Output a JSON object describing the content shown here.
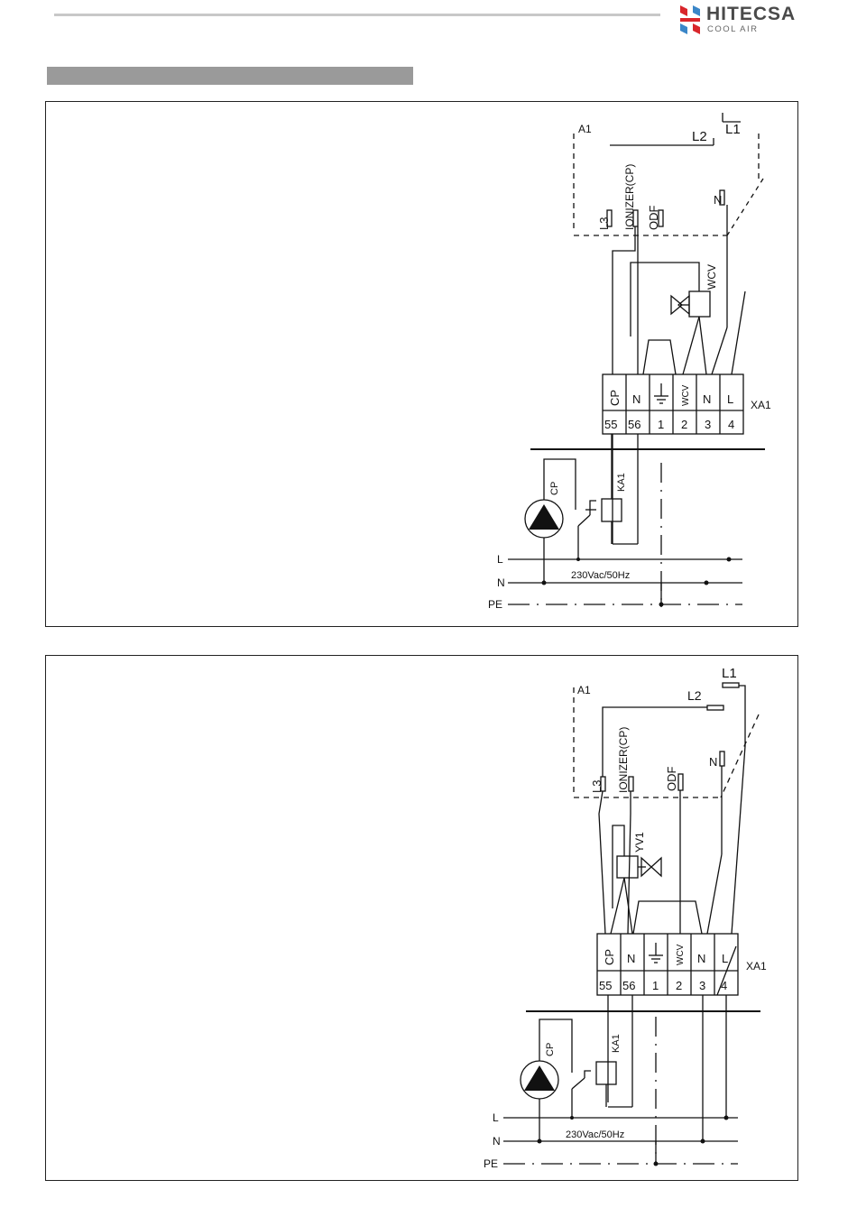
{
  "header": {
    "brand_name": "HITECSA",
    "brand_tagline": "COOL AIR",
    "logo_icon": "hitecsa-logo-icon",
    "logo_color_red": "#d9262b",
    "logo_color_blue": "#3a86c8"
  },
  "diagram1": {
    "board_label": "A1",
    "connector_L1": "L1",
    "connector_L2": "L2",
    "connector_L3": "L3",
    "connector_ionizer": "IONIZER(CP)",
    "connector_odf": "ODF",
    "connector_N": "N",
    "valve_label": "WCV",
    "terminal_block_label": "XA1",
    "terminals_top": [
      "CP",
      "N",
      "",
      "WCV",
      "N",
      "L"
    ],
    "terminals_bottom": [
      "55",
      "56",
      "1",
      "2",
      "3",
      "4"
    ],
    "pump_label": "CP",
    "relay_label": "KA1",
    "line_L": "L",
    "line_N": "N",
    "line_PE": "PE",
    "supply_label": "230Vac/50Hz"
  },
  "diagram2": {
    "board_label": "A1",
    "connector_L1": "L1",
    "connector_L2": "L2",
    "connector_L3": "L3",
    "connector_ionizer": "IONIZER(CP)",
    "connector_odf": "ODF",
    "connector_N": "N",
    "valve_label": "YV1",
    "terminal_block_label": "XA1",
    "terminals_top": [
      "CP",
      "N",
      "",
      "WCV",
      "N",
      "L"
    ],
    "terminals_bottom": [
      "55",
      "56",
      "1",
      "2",
      "3",
      "4"
    ],
    "pump_label": "CP",
    "relay_label": "KA1",
    "line_L": "L",
    "line_N": "N",
    "line_PE": "PE",
    "supply_label": "230Vac/50Hz"
  }
}
